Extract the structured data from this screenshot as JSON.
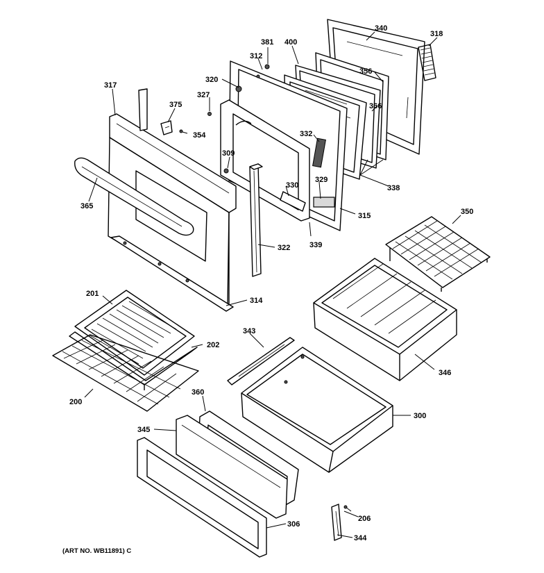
{
  "labels": {
    "p340": "340",
    "p318": "318",
    "p381": "381",
    "p400": "400",
    "p312": "312",
    "p356": "356",
    "p320": "320",
    "p317": "317",
    "p327": "327",
    "p375": "375",
    "p366": "366",
    "p354": "354",
    "p332": "332",
    "p309": "309",
    "p329": "329",
    "p330": "330",
    "p338": "338",
    "p365": "365",
    "p315": "315",
    "p350": "350",
    "p339": "339",
    "p322": "322",
    "p314": "314",
    "p201": "201",
    "p343": "343",
    "p202": "202",
    "p346": "346",
    "p300": "300",
    "p360": "360",
    "p200": "200",
    "p345": "345",
    "p206": "206",
    "p306": "306",
    "p344": "344"
  },
  "caption": "(ART NO. WB11891) C"
}
